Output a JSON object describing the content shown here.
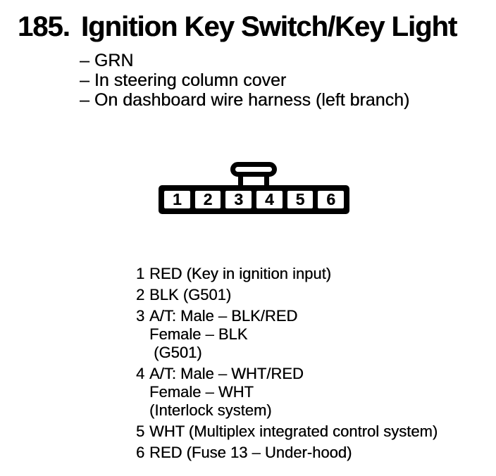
{
  "page": {
    "section_number": "185.",
    "section_title": "Ignition Key Switch/Key Light"
  },
  "details": {
    "items": [
      "– GRN",
      "– In steering column cover",
      "– On dashboard wire harness (left branch)"
    ]
  },
  "connector": {
    "pin_numbers": [
      "1",
      "2",
      "3",
      "4",
      "5",
      "6"
    ]
  },
  "pin_legend": {
    "pins": [
      {
        "number": "1",
        "lines": [
          "RED (Key in ignition input)"
        ]
      },
      {
        "number": "2",
        "lines": [
          "BLK (G501)"
        ]
      },
      {
        "number": "3",
        "lines": [
          "A/T: Male – BLK/RED",
          "Female – BLK",
          " (G501)"
        ]
      },
      {
        "number": "4",
        "lines": [
          "A/T: Male – WHT/RED",
          "Female – WHT",
          "(Interlock system)"
        ]
      },
      {
        "number": "5",
        "lines": [
          "WHT (Multiplex integrated control system)"
        ]
      },
      {
        "number": "6",
        "lines": [
          "RED (Fuse 13 – Under-hood)"
        ]
      }
    ]
  },
  "colors": {
    "ink": "#000000",
    "paper": "#ffffff"
  }
}
